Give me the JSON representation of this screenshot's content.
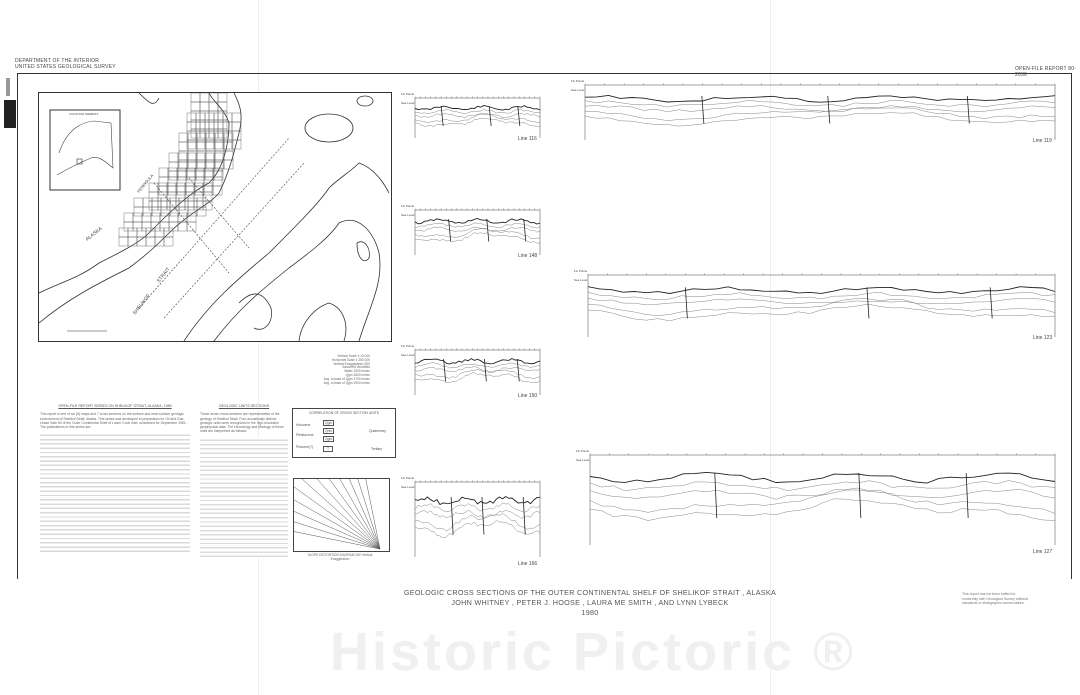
{
  "header": {
    "agency_line1": "DEPARTMENT OF THE INTERIOR",
    "agency_line2": "UNITED STATES GEOLOGICAL SURVEY",
    "report_number": "OPEN-FILE REPORT 80-2036"
  },
  "map": {
    "labels": {
      "alaska": "ALASKA",
      "peninsula": "PENINSULA",
      "shelikof": "SHELIKOF",
      "strait": "STRAIT",
      "inset_title": "LOCATION SHEBOLT"
    }
  },
  "text_blocks": {
    "series_heading": "OPEN-FILE REPORT SERIES ON SHELIKOF STRAIT, ALASKA, 1980",
    "series_body": "This report is one of six (6) maps and 7 cross sections on the surface and near-surface geologic environment of Shelikof Strait, Alaska. This series was developed in preparation for Oil and Gas Lease Sale 60 of the Outer Continental Shelf of Lower Cook Inlet, scheduled for September 1981. The publications in this series are:",
    "units_heading": "GEOLOGIC UNITS SECTIONS",
    "units_body": "These seven cross sections are representative of the geology of Shelikof Strait. Four acoustically distinct geologic units were recognized in the high-resolution geophysical data. The chronology and lithology of these units are interpreted as follows:"
  },
  "scale_note": {
    "lines": [
      "Vertical Scale 1:10,000",
      "Horizontal Scale 1:250,000",
      "Vertical Exaggeration 25X",
      "Assumed Velocities",
      "Water 1500 m/sec",
      "Qgm 1600 m/sec",
      "Avg. to base of Qgm 1700 m/sec",
      "Avg. to base of Qgm 1900 m/sec"
    ]
  },
  "correlation": {
    "title": "CORRELATION OF CROSS SECTION UNITS",
    "units": [
      "Qgm",
      "Qhm",
      "Qgm",
      "T"
    ],
    "epochs": [
      "Holocene",
      "Pleistocene",
      "Pliocene(?)"
    ],
    "periods": [
      "Quaternary",
      "Tertiary"
    ]
  },
  "fan_diagram": {
    "caption": "SLOPE DISTORTION DIAGRAM 25X Vertical Exaggeration"
  },
  "sections": [
    {
      "label": "Line 116"
    },
    {
      "label": "Line 148"
    },
    {
      "label": "Line 150"
    },
    {
      "label": "Line 166"
    },
    {
      "label": "Line 119"
    },
    {
      "label": "Line 123"
    },
    {
      "label": "Line 127"
    }
  ],
  "section_axis": {
    "sea_level": "Sea Level",
    "fix_prefix": "Fix Points"
  },
  "title": {
    "main": "GEOLOGIC CROSS SECTIONS OF THE OUTER CONTINENTAL SHELF OF SHELIKOF STRAIT , ALASKA",
    "authors": "JOHN WHITNEY , PETER J. HOOSE , LAURA ME SMITH , AND LYNN LYBECK",
    "year": "1980"
  },
  "edit_note": "This report has not been edited for conformity with Geological Survey editorial standards or stratigraphic nomenclature.",
  "watermark": "Historic Pictoric ®"
}
